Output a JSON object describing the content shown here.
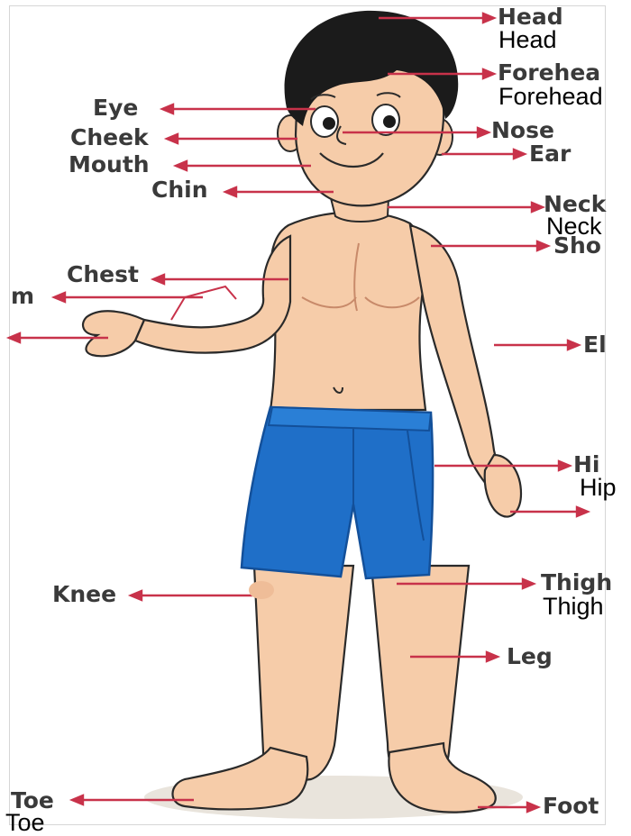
{
  "diagram": {
    "colors": {
      "arrow": "#c8324a",
      "skin": "#f6cca9",
      "skin_shadow": "#e7ad86",
      "hair": "#1b1b1b",
      "shorts": "#1f6fc8",
      "shorts_dark": "#13509a",
      "outline": "#2a2a2a"
    },
    "labels": {
      "head": "Head",
      "forehead": "Forehea",
      "eye": "Eye",
      "nose": "Nose",
      "cheek": "Cheek",
      "ear": "Ear",
      "mouth": "Mouth",
      "chin": "Chin",
      "neck": "Neck",
      "shoulder": "Sho",
      "chest": "Chest",
      "arm": "m",
      "elbow": "El",
      "hip": "Hi",
      "knee": "Knee",
      "thigh": "Thigh",
      "leg": "Leg",
      "toe": "Toe",
      "foot": "Foot"
    },
    "overlay_labels": {
      "head": "Head",
      "forehead": "Forehead",
      "neck": "Neck",
      "hip": "Hip",
      "thigh": "Thigh",
      "toe": "Toe"
    }
  }
}
